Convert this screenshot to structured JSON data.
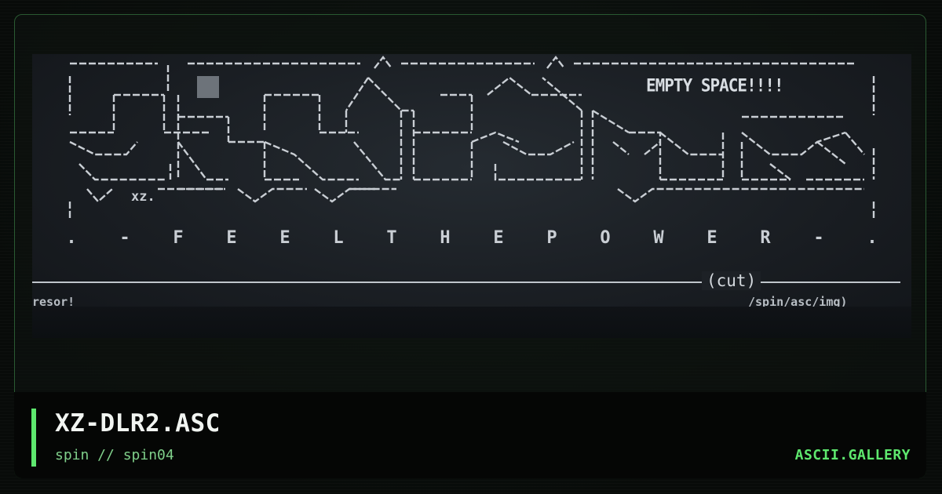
{
  "artwork": {
    "tag": "EMPTY SPACE!!!!",
    "signature": "xz.",
    "tagline_letters": [
      ".",
      "-",
      "F",
      "E",
      "E",
      "L",
      "T",
      "H",
      "E",
      "P",
      "O",
      "W",
      "E",
      "R",
      "-",
      "."
    ],
    "cut_label": "(cut)",
    "bleed_left": "resor!",
    "bleed_right": "/spin/asc/img)"
  },
  "footer": {
    "title": "XZ-DLR2.ASC",
    "subtitle": "spin // spin04",
    "brand": "ASCII.GALLERY"
  },
  "colors": {
    "accent": "#5ee86e",
    "frame_border": "#2a5a32",
    "art_text": "#c9ced4"
  }
}
